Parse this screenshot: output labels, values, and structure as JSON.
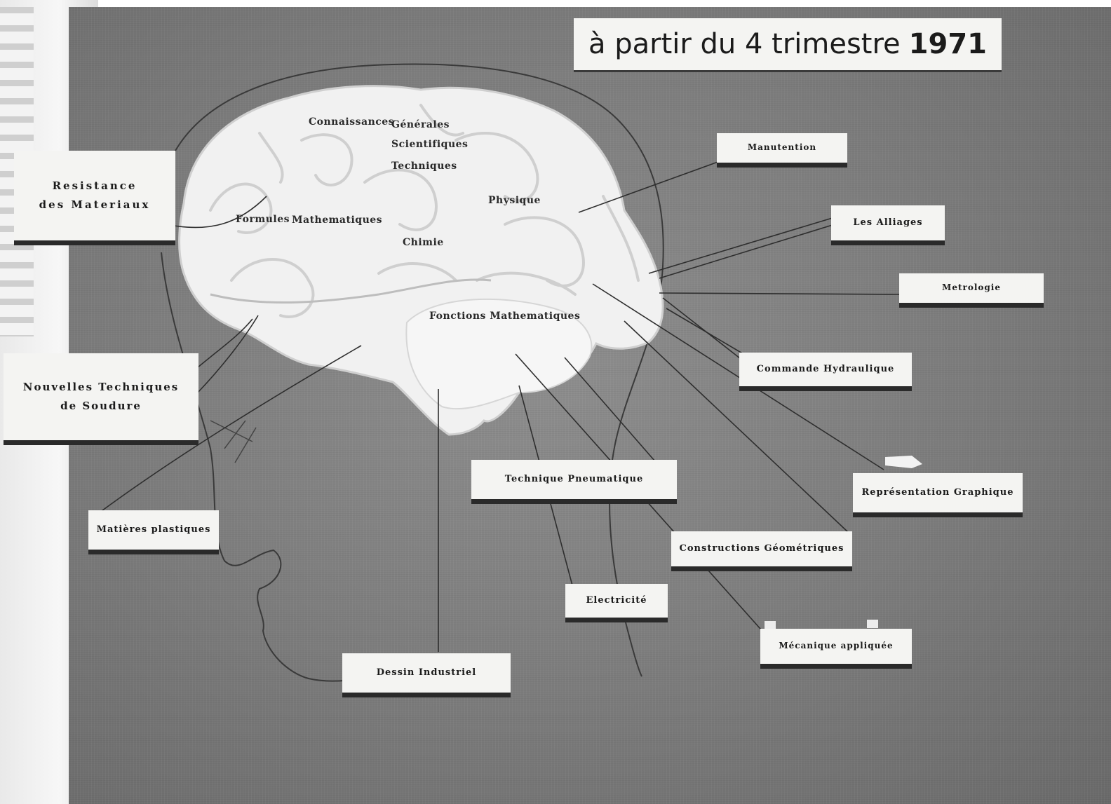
{
  "title": {
    "prefix": "à partir du 4  trimestre",
    "year": "1971"
  },
  "brain_terms": {
    "connaissances": "Connaissances",
    "generales": "Générales",
    "scientifiques": "Scientifiques",
    "techniques": "Techniques",
    "physique": "Physique",
    "formules": "Formules",
    "mathematiques": "Mathematiques",
    "chimie": "Chimie",
    "fonctions": "Fonctions Mathematiques"
  },
  "labels": {
    "resistance": "Resistance\ndes Materiaux",
    "nouvelles": "Nouvelles Techniques\nde Soudure",
    "matieres": "Matières plastiques",
    "dessin": "Dessin Industriel",
    "manutention": "Manutention",
    "alliages": "Les Alliages",
    "metrologie": "Metrologie",
    "commande": "Commande  Hydraulique",
    "representation": "Représentation   Graphique",
    "pneumatique": "Technique  Pneumatique",
    "constructions": "Constructions  Géométriques",
    "electricite": "Electricité",
    "mecanique": "Mécanique appliquée"
  }
}
